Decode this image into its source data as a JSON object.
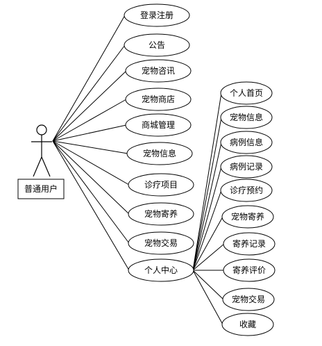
{
  "actor": {
    "name": "普通用户"
  },
  "left_cases": [
    {
      "id": "login",
      "label": "登录注册"
    },
    {
      "id": "notice",
      "label": "公告"
    },
    {
      "id": "news",
      "label": "宠物咨讯"
    },
    {
      "id": "store",
      "label": "宠物商店"
    },
    {
      "id": "mall",
      "label": "商城管理"
    },
    {
      "id": "petinfo",
      "label": "宠物信息"
    },
    {
      "id": "items",
      "label": "诊疗项目"
    },
    {
      "id": "foster",
      "label": "宠物寄养"
    },
    {
      "id": "trade",
      "label": "宠物交易"
    },
    {
      "id": "center",
      "label": "个人中心"
    }
  ],
  "sub_cases": [
    {
      "id": "home",
      "label": "个人首页"
    },
    {
      "id": "s_petinfo",
      "label": "宠物信息"
    },
    {
      "id": "caseinfo",
      "label": "病例信息"
    },
    {
      "id": "caserec",
      "label": "病例记录"
    },
    {
      "id": "booking",
      "label": "诊疗预约"
    },
    {
      "id": "s_foster",
      "label": "宠物寄养"
    },
    {
      "id": "fosterrec",
      "label": "寄养记录"
    },
    {
      "id": "fostereval",
      "label": "寄养评价"
    },
    {
      "id": "s_trade",
      "label": "宠物交易"
    },
    {
      "id": "fav",
      "label": "收藏"
    }
  ]
}
